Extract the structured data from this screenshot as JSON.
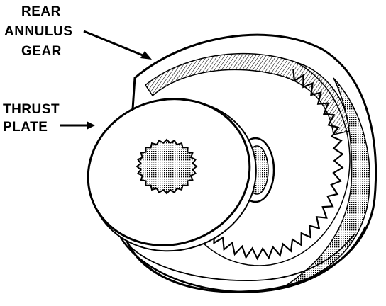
{
  "labels": {
    "rear_annulus_gear": [
      "REAR",
      "ANNULUS",
      "GEAR"
    ],
    "thrust_plate": [
      "THRUST",
      "PLATE"
    ]
  },
  "colors": {
    "ink": "#000000",
    "paper": "#ffffff"
  }
}
